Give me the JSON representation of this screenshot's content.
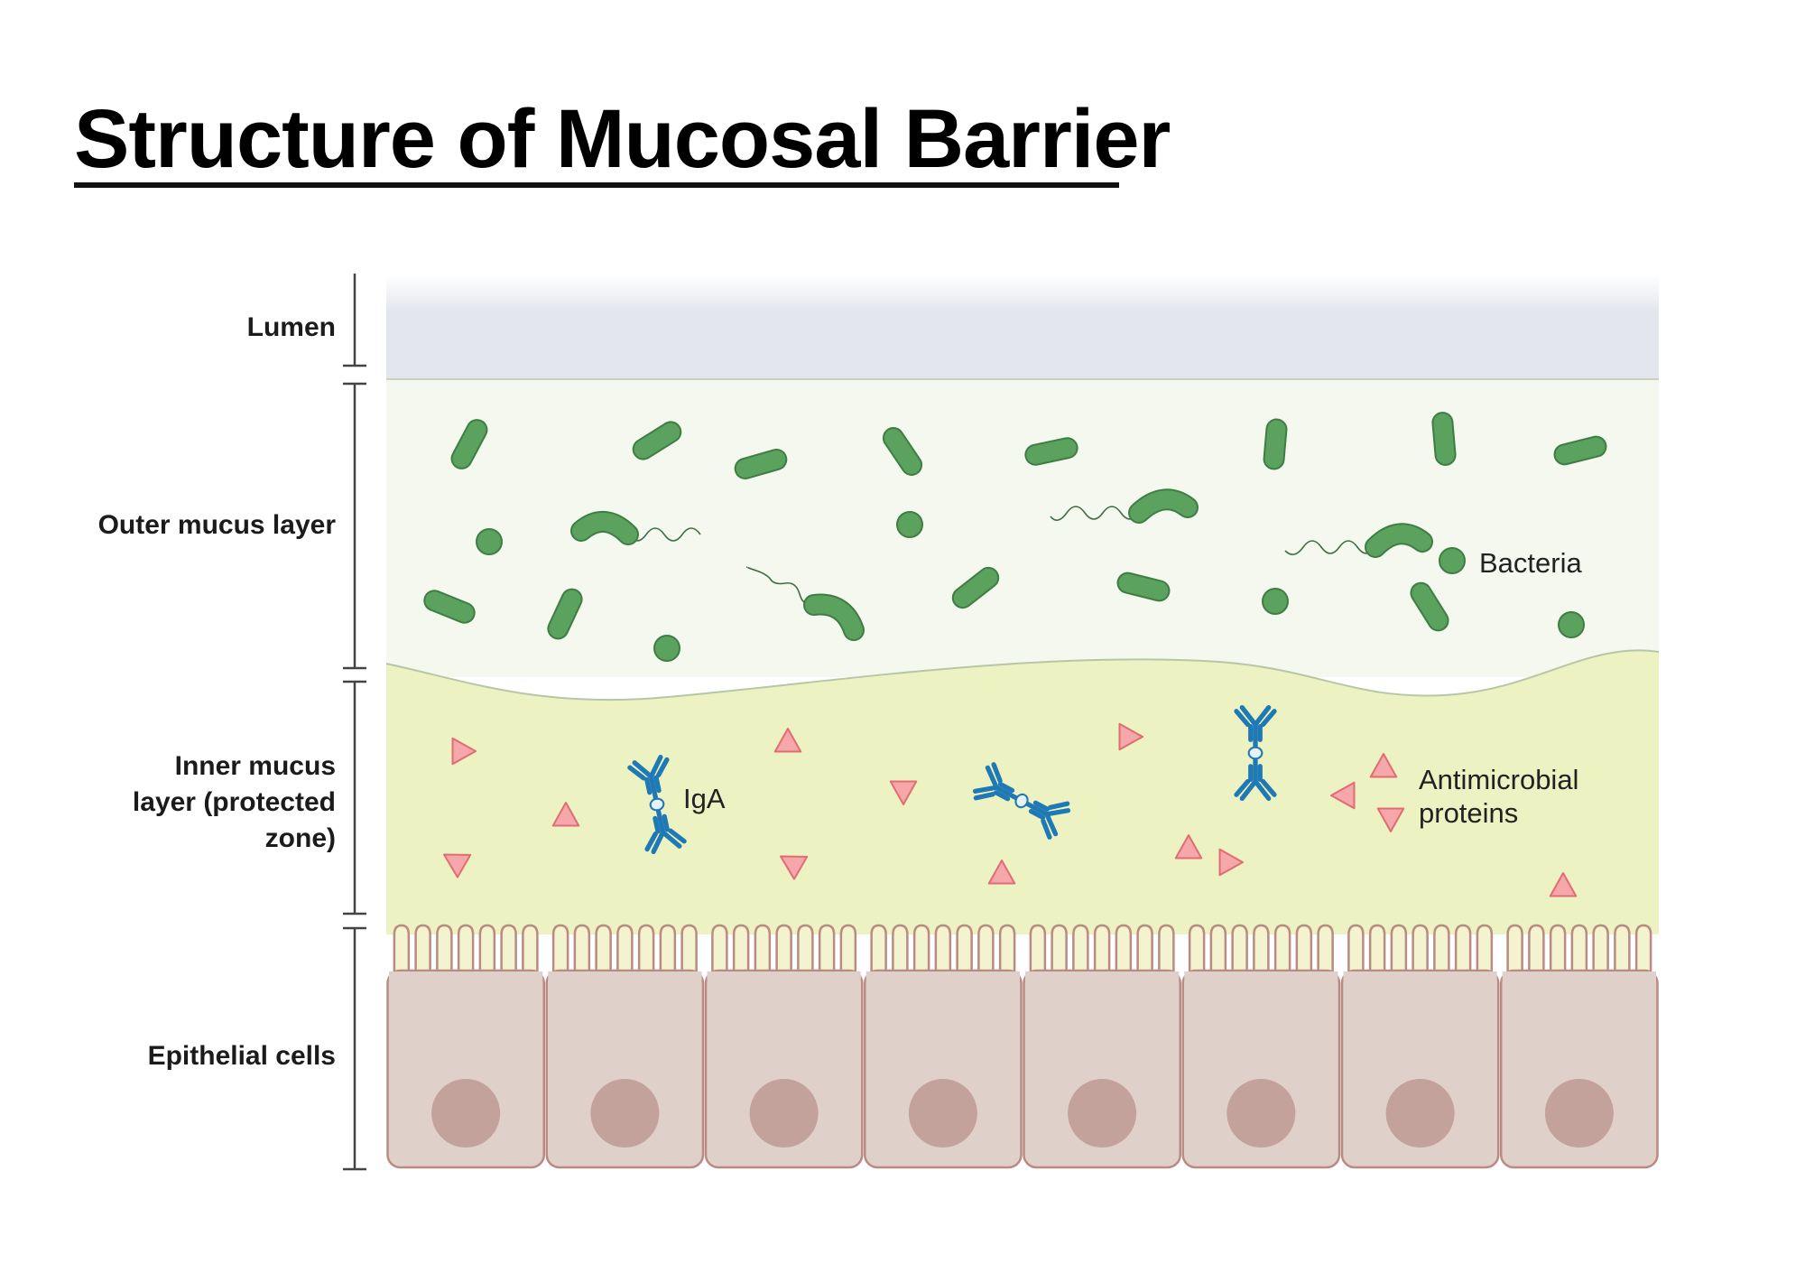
{
  "title": "Structure of Mucosal Barrier",
  "layers": {
    "lumen": "Lumen",
    "outer_mucus": "Outer mucus layer",
    "inner_mucus": "Inner mucus\nlayer (protected\nzone)",
    "epithelial": "Epithelial cells"
  },
  "labels": {
    "bacteria": "Bacteria",
    "iga": "IgA",
    "antimicrobial": "Antimicrobial\nproteins"
  },
  "colors": {
    "lumen": "#e3e6ec",
    "outer_mucus": "#f4f8ee",
    "inner_mucus": "#ecf2c2",
    "bacteria": "#5ba25e",
    "bacteria_outline": "#3f7d44",
    "iga": "#1f79b4",
    "antimicrobial_fill": "#f6a7a9",
    "antimicrobial_outline": "#e06d72",
    "cell_fill": "#e0d0ca",
    "cell_outline": "#b98b83",
    "nucleus": "#c2a29a",
    "microvilli_fill": "#f3f3cf"
  },
  "icons": {
    "bacterium": "rod-bacterium-icon",
    "flagellated_bacterium": "flagellated-bacterium-icon",
    "coccus": "coccus-bacterium-icon",
    "antibody": "iga-antibody-icon",
    "protein": "antimicrobial-protein-icon",
    "nucleus": "nucleus-icon"
  }
}
